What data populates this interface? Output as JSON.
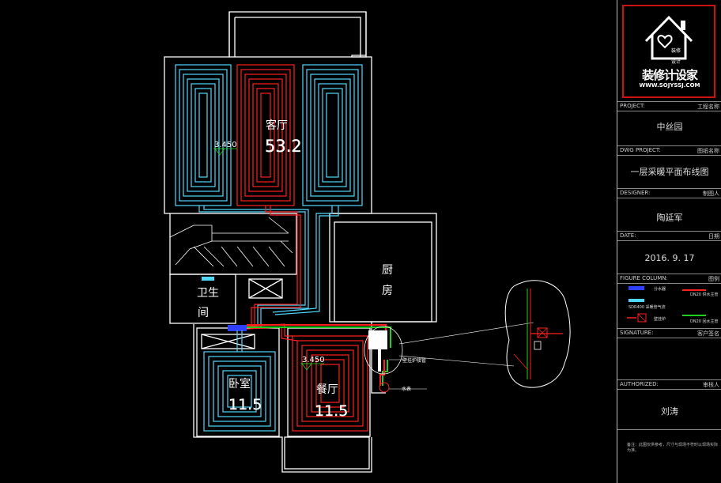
{
  "rooms": {
    "living": {
      "name": "客厅",
      "area": "53.2",
      "level": "3.450"
    },
    "kitchen": {
      "name_line1": "厨",
      "name_line2": "房"
    },
    "bath": {
      "name_line1": "卫生",
      "name_line2": "间"
    },
    "bedroom": {
      "name": "卧室",
      "area": "11.5"
    },
    "dining": {
      "name": "餐厅",
      "area": "11.5",
      "level": "3.450"
    }
  },
  "annotations": {
    "manifold": "壁挂炉接管",
    "water_meter": "水表"
  },
  "titleblock": {
    "logo": {
      "name": "装修计设家",
      "url": "WWW.SOJYSSJ.COM",
      "tagline": "装修",
      "tagline2": "设计"
    },
    "project": {
      "label_en": "PROJECT:",
      "label_cn": "工程名称",
      "value": "中丝园"
    },
    "dwg_project": {
      "label_en": "DWG PROJECT:",
      "label_cn": "图纸名称",
      "value": "一层采暖平面布线图"
    },
    "designer": {
      "label_en": "DESIGNER:",
      "label_cn": "制图人",
      "value": "陶延军"
    },
    "date": {
      "label_en": "DATE:",
      "label_cn": "日期",
      "value": "2016. 9. 17"
    },
    "figure_column": {
      "label_en": "FIGURE COLUMN:",
      "label_cn": "图例"
    },
    "legend": [
      {
        "text": "分水器",
        "color": "#2f3fff"
      },
      {
        "text": "DN20 供水主管",
        "color": "#ff2020"
      },
      {
        "text": "SDR400 采暖管气流",
        "color": "#4fd9ff"
      },
      {
        "text": "壁挂炉",
        "color": "#ff2020"
      },
      {
        "text": "DN20 回水主管",
        "color": "#20d020"
      }
    ],
    "signature": {
      "label_en": "SIGNATURE:",
      "label_cn": "客户签名"
    },
    "authorized": {
      "label_en": "AUTHORIZED:",
      "label_cn": "审核人",
      "value": "刘涛"
    },
    "note": "备注：此图仅供参考，尺寸与现场不符时以现场实际为准。"
  },
  "colors": {
    "wall": "#ffffff",
    "cyan_pipe": "#4fd9ff",
    "red_pipe": "#ff2020",
    "green_pipe": "#20d020",
    "manifold": "#2f3fff",
    "logo_border": "#cc1111"
  }
}
